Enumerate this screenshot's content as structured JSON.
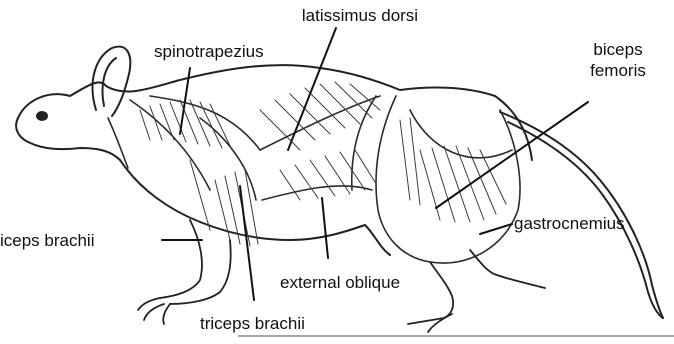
{
  "diagram": {
    "subject": "rat-muscular-anatomy-lateral-view",
    "colors": {
      "ink": "#222222",
      "shading": "#3a3a3a",
      "background": "#ffffff",
      "label_text": "#111111"
    },
    "labels": {
      "latissimus_dorsi": "latissimus dorsi",
      "spinotrapezius": "spinotrapezius",
      "biceps_femoris_line1": "biceps",
      "biceps_femoris_line2": "femoris",
      "biceps_brachii": "iceps brachii",
      "gastrocnemius": "gastrocnemius",
      "external_oblique": "external oblique",
      "triceps_brachii": "triceps brachii"
    }
  }
}
